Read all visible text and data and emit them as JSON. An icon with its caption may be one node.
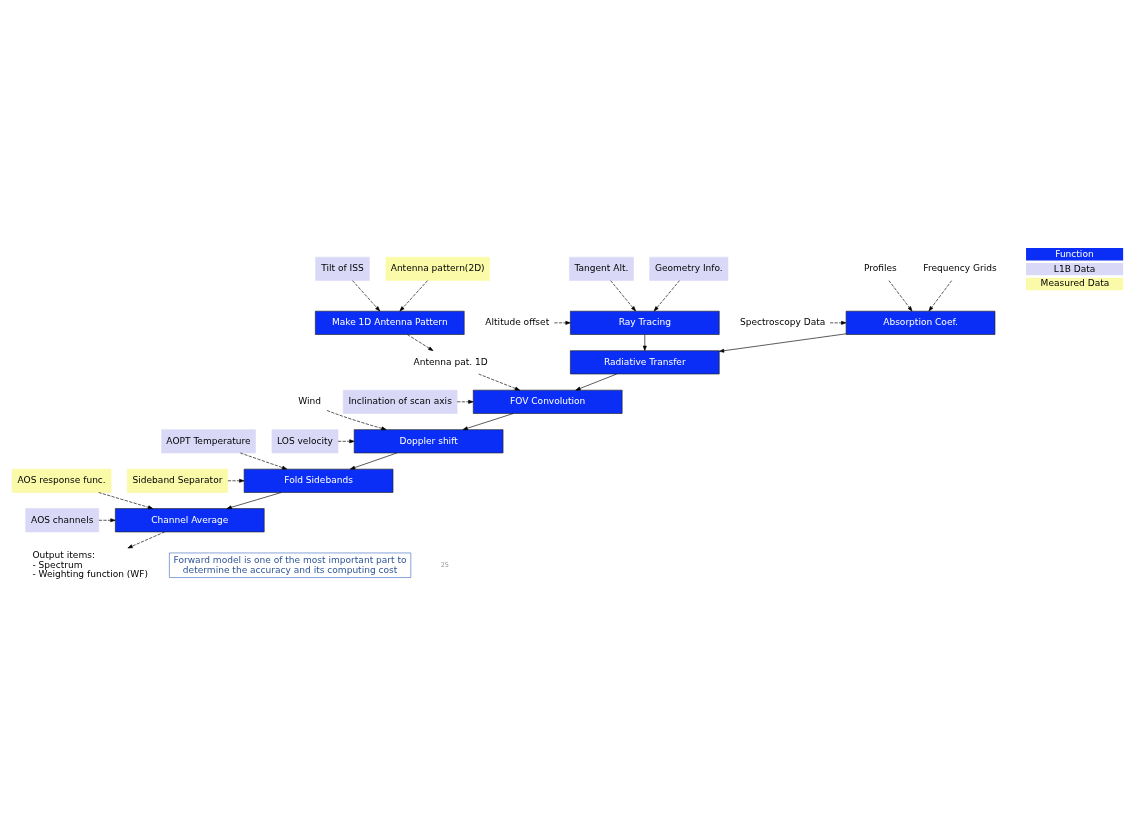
{
  "diagram": {
    "nodes": [
      {
        "text": [
          "Tilt of ISS"
        ]
      },
      {
        "text": [
          "Tangent Alt."
        ]
      },
      {
        "text": [
          "Geometry Info."
        ]
      },
      {
        "text": [
          "Antenna pattern(2D)"
        ]
      },
      {
        "text": [
          "Make 1D Antenna Pattern"
        ]
      },
      {
        "text": [
          "Ray Tracing"
        ]
      },
      {
        "text": [
          "Altitude offset"
        ]
      },
      {
        "text": [
          "Profiles"
        ]
      },
      {
        "text": [
          "Absorption Coef."
        ]
      },
      {
        "text": [
          "Spectroscopy Data"
        ]
      },
      {
        "text": [
          "Frequency Grids"
        ]
      },
      {
        "text": [
          "Antenna pat. 1D"
        ]
      },
      {
        "text": [
          "Radiative Transfer"
        ]
      },
      {
        "text": [
          "FOV Convolution"
        ]
      },
      {
        "text": [
          "Inclination of scan axis"
        ]
      },
      {
        "text": [
          "Wind"
        ]
      },
      {
        "text": [
          "Doppler shift"
        ]
      },
      {
        "text": [
          "LOS velocity"
        ]
      },
      {
        "text": [
          "AOPT Temperature"
        ]
      },
      {
        "text": [
          "Fold Sidebands"
        ]
      },
      {
        "text": [
          "Sideband Separator"
        ]
      },
      {
        "text": [
          "Channel Average"
        ]
      },
      {
        "text": [
          "AOS channels"
        ]
      },
      {
        "text": [
          "AOS response func."
        ]
      },
      {
        "text": [
          "Output items:",
          "- Spectrum",
          "- Weighting function (WF)"
        ]
      },
      {
        "text": [
          "Forward model is one of the most important part to determine the accuracy and its computing cost"
        ]
      }
    ],
    "edges": [
      {
        "from": 0,
        "to": 4,
        "arrow": "to",
        "style": "dashed"
      },
      {
        "from": 3,
        "to": 4,
        "arrow": "to",
        "style": "dashed"
      },
      {
        "from": 1,
        "to": 5,
        "arrow": "to",
        "style": "dashed"
      },
      {
        "from": 2,
        "to": 5,
        "arrow": "to",
        "style": "dashed"
      },
      {
        "from": 6,
        "to": 5,
        "arrow": "to",
        "style": "dashed"
      },
      {
        "from": 4,
        "to": 11,
        "arrow": "to",
        "style": "dashed"
      },
      {
        "from": 11,
        "to": 13,
        "arrow": "to",
        "style": "dashed"
      },
      {
        "from": 5,
        "to": 12,
        "arrow": "to"
      },
      {
        "from": 7,
        "to": 8,
        "arrow": "to",
        "style": "dashed"
      },
      {
        "from": 9,
        "to": 8,
        "arrow": "to",
        "style": "dashed"
      },
      {
        "from": 10,
        "to": 8,
        "arrow": "to",
        "style": "dashed"
      },
      {
        "from": 8,
        "to": 12,
        "arrow": "to"
      },
      {
        "from": 12,
        "to": 13,
        "arrow": "to"
      },
      {
        "from": 14,
        "to": 13,
        "arrow": "to",
        "style": "dashed"
      },
      {
        "from": 13,
        "to": 16,
        "arrow": "to"
      },
      {
        "from": 15,
        "to": 16,
        "arrow": "to",
        "style": "dashed"
      },
      {
        "from": 17,
        "to": 16,
        "arrow": "to",
        "style": "dashed"
      },
      {
        "from": 16,
        "to": 19,
        "arrow": "to"
      },
      {
        "from": 18,
        "to": 19,
        "arrow": "to",
        "style": "dashed"
      },
      {
        "from": 20,
        "to": 19,
        "arrow": "to",
        "style": "dashed"
      },
      {
        "from": 19,
        "to": 21,
        "arrow": "to"
      },
      {
        "from": 22,
        "to": 21,
        "arrow": "to",
        "style": "dashed"
      },
      {
        "from": 23,
        "to": 21,
        "arrow": "to",
        "style": "dashed"
      },
      {
        "from": 21,
        "to": 24,
        "arrow": "to",
        "style": "dashed"
      }
    ],
    "labels": [
      "25"
    ],
    "legend": [
      {
        "text": "Function",
        "color": "#0a2ef5"
      },
      {
        "text": "L1B Data",
        "color": "#d9d9f7"
      },
      {
        "text": "Measured Data",
        "color": "#fafaa8"
      }
    ]
  }
}
